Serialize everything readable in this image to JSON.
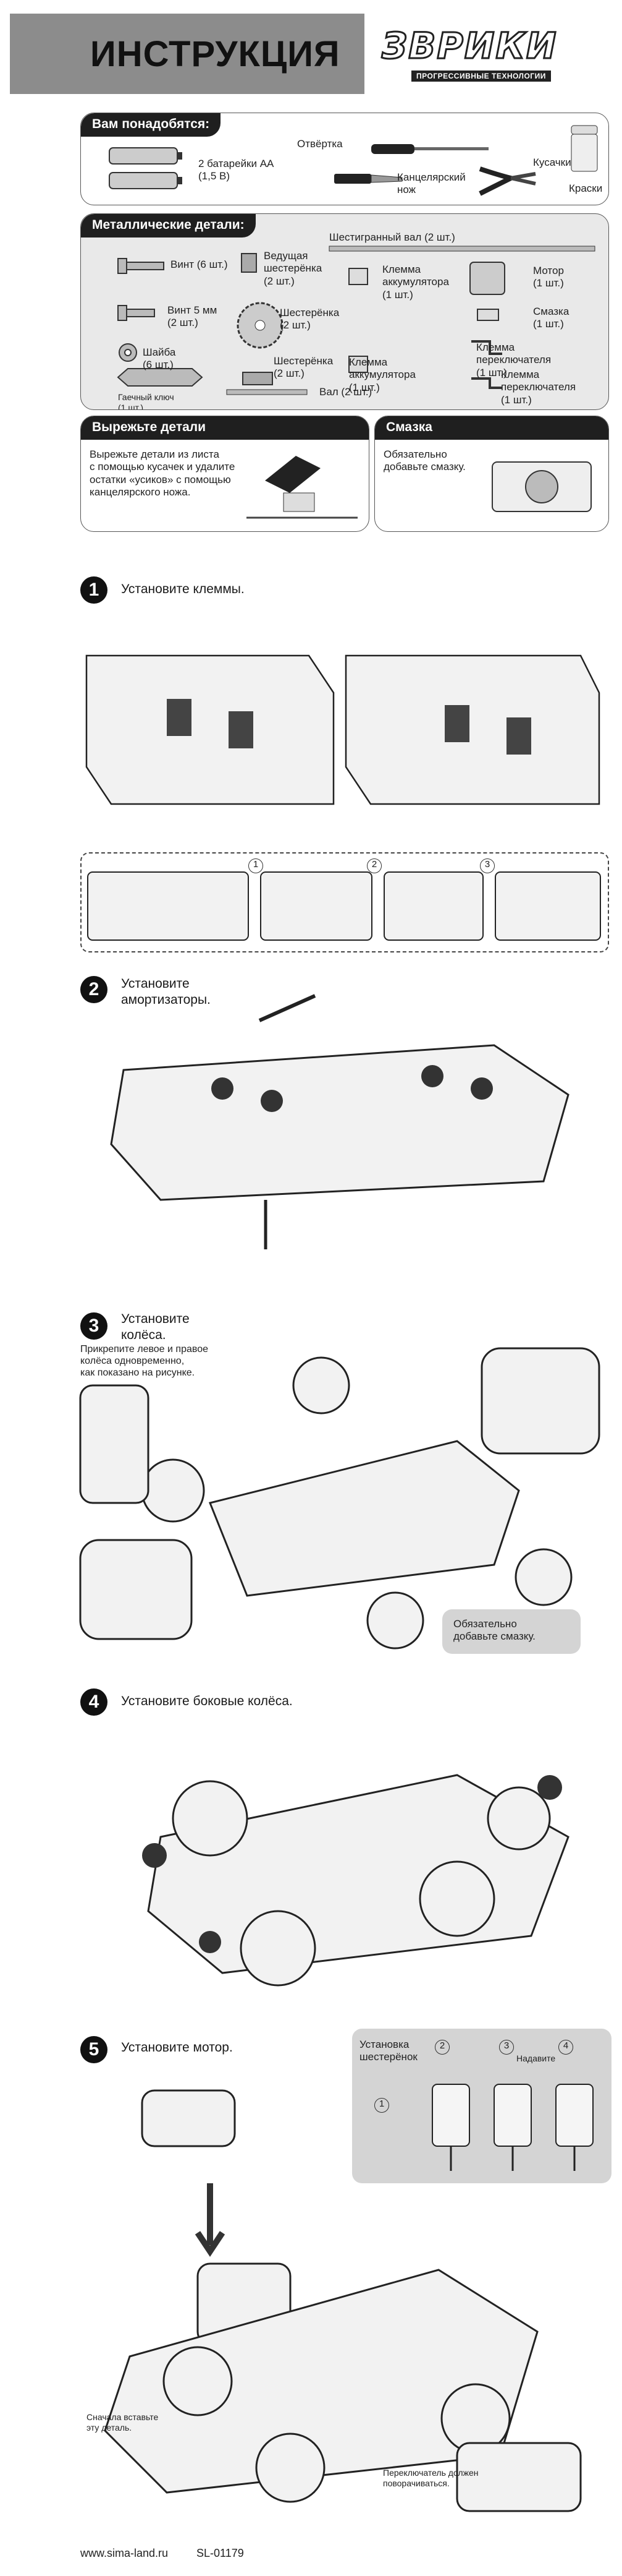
{
  "header": {
    "title": "ИНСТРУКЦИЯ",
    "brand": "ЗВРИКИ",
    "tagline": "ПРОГРЕССИВНЫЕ ТЕХНОЛОГИИ"
  },
  "tools": {
    "heading": "Вам понадобятся:",
    "batteries": "2 батарейки АА\n(1,5 В)",
    "screwdriver": "Отвёртка",
    "knife": "Канцелярский\nнож",
    "cutter": "Кусачки",
    "paint": "Краски"
  },
  "metal": {
    "heading": "Металлические детали:",
    "screw6": "Винт (6 шт.)",
    "drive_gear": "Ведущая\nшестерёнка\n(2 шт.)",
    "hex_shaft": "Шестигранный вал (2 шт.)",
    "motor": "Мотор\n(1 шт.)",
    "battery_clip1": "Клемма\nаккумулятора\n(1 шт.)",
    "grease": "Смазка\n(1 шт.)",
    "screw5": "Винт 5 мм\n(2 шт.)",
    "gear1": "Шестерёнка\n(2 шт.)",
    "switch_clip1": "Клемма\nпереключателя\n(1 шт.)",
    "washer": "Шайба\n(6 шт.)",
    "gear2": "Шестерёнка\n(2 шт.)",
    "battery_clip2": "Клемма\nаккумулятора\n(1 шт.)",
    "switch_clip2": "Клемма\nпереключателя\n(1 шт.)",
    "wrench": "Гаечный ключ\n(1 шт.)",
    "shaft": "Вал (2 шт.)"
  },
  "cut": {
    "heading": "Вырежьте детали",
    "text": "Вырежьте детали из листа\nс помощью кусачек и удалите\nостатки «усиков» с помощью\nканцелярского ножа."
  },
  "grease_panel": {
    "heading": "Смазка",
    "text": "Обязательно\nдобавьте смазку."
  },
  "steps": [
    {
      "num": "1",
      "title": "Установите клеммы."
    },
    {
      "num": "2",
      "title": "Установите\nамортизаторы."
    },
    {
      "num": "3",
      "title": "Установите\nколёса.",
      "note": "Прикрепите левое и правое\nколёса одновременно,\nкак показано на рисунке.",
      "grease_note": "Обязательно\nдобавьте смазку."
    },
    {
      "num": "4",
      "title": "Установите боковые колёса."
    },
    {
      "num": "5",
      "title": "Установите мотор.",
      "gear_install": "Установка\nшестерёнок",
      "press": "Надавите",
      "insert_first": "Сначала вставьте\nэту деталь.",
      "switch_note": "Переключатель должен\nповорачиваться."
    }
  ],
  "substeps": [
    "1",
    "2",
    "3",
    "4"
  ],
  "footer": {
    "site": "www.sima-land.ru",
    "code": "SL-01179"
  },
  "colors": {
    "title_bg": "#8c8c8c",
    "panel_gray": "#e9e9e9",
    "tab_bg": "#1f1f1f",
    "accent_dark": "#111111"
  }
}
